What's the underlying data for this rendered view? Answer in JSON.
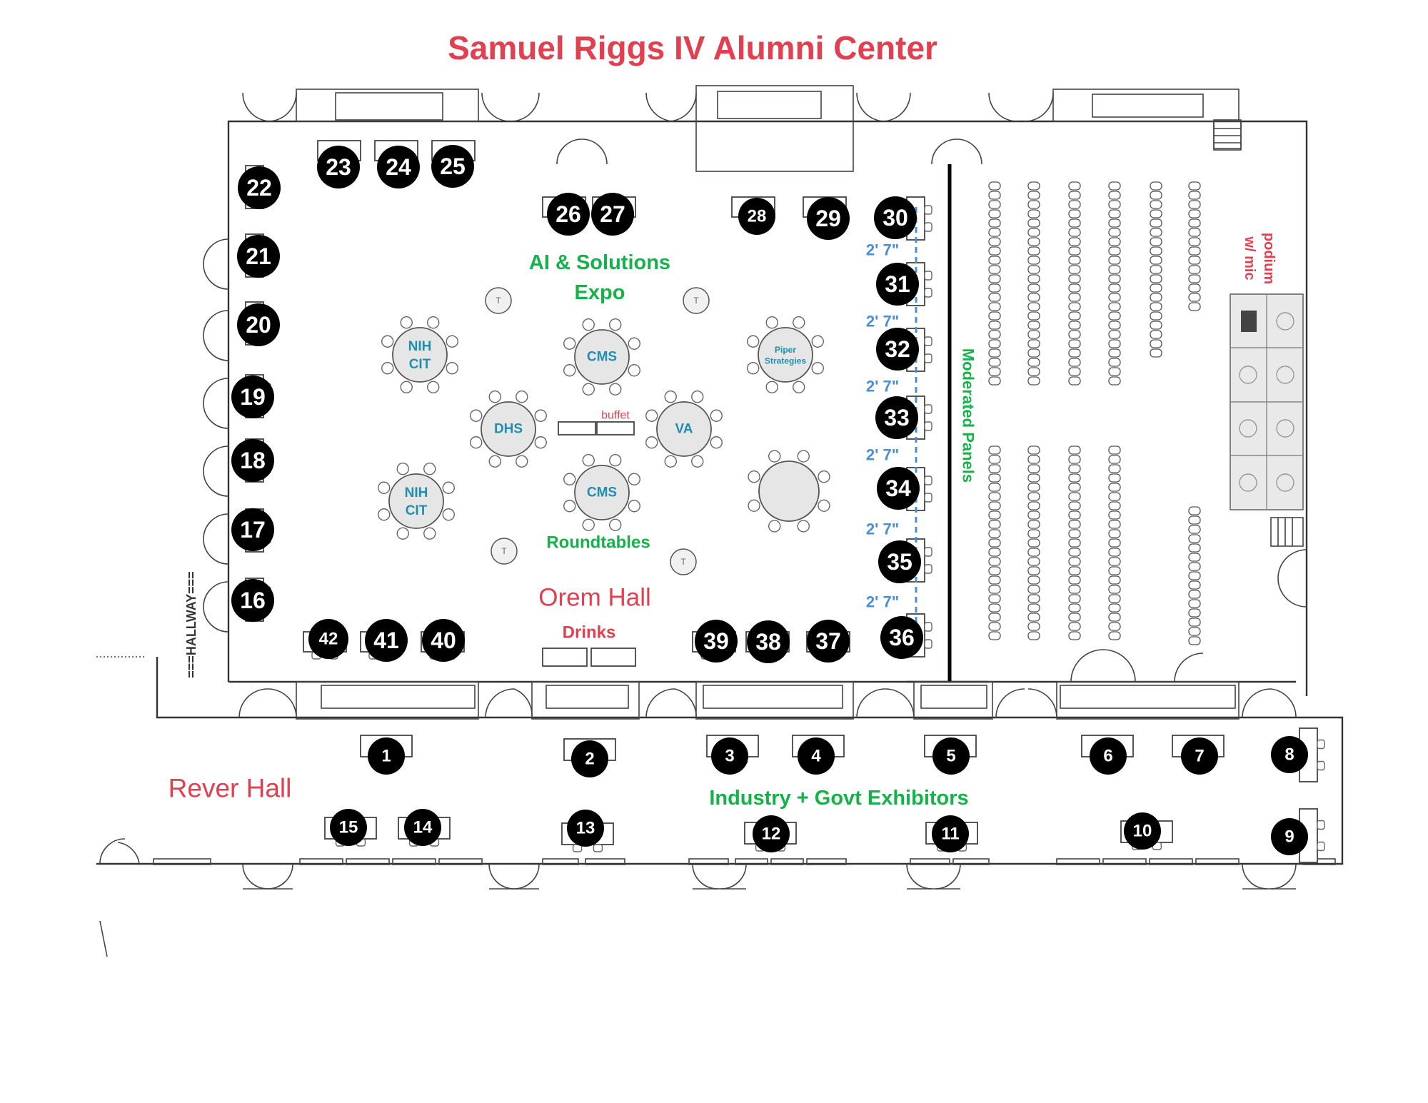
{
  "title": "Samuel Riggs IV Alumni Center",
  "areas": {
    "orem_hall": "Orem Hall",
    "rever_hall": "Rever Hall",
    "hallway": "===HALLWAY==="
  },
  "zones": {
    "ai_expo_line1": "AI & Solutions",
    "ai_expo_line2": "Expo",
    "roundtables": "Roundtables",
    "drinks": "Drinks",
    "moderated_panels": "Moderated Panels",
    "industry": "Industry + Govt Exhibitors",
    "podium_line1": "podium",
    "podium_line2": "w/ mic",
    "buffet": "buffet"
  },
  "roundtables": [
    {
      "id": "nih1",
      "line1": "NIH",
      "line2": "CIT"
    },
    {
      "id": "cms1",
      "line1": "CMS",
      "line2": ""
    },
    {
      "id": "piper",
      "line1": "Piper",
      "line2": "Strategies"
    },
    {
      "id": "dhs",
      "line1": "DHS",
      "line2": ""
    },
    {
      "id": "va",
      "line1": "VA",
      "line2": ""
    },
    {
      "id": "nih2",
      "line1": "NIH",
      "line2": "CIT"
    },
    {
      "id": "cms2",
      "line1": "CMS",
      "line2": ""
    },
    {
      "id": "blank",
      "line1": "",
      "line2": ""
    }
  ],
  "spacing_label": "2' 7\"",
  "booths": [
    "1",
    "2",
    "3",
    "4",
    "5",
    "6",
    "7",
    "8",
    "9",
    "10",
    "11",
    "12",
    "13",
    "14",
    "15",
    "16",
    "17",
    "18",
    "19",
    "20",
    "21",
    "22",
    "23",
    "24",
    "25",
    "26",
    "27",
    "28",
    "29",
    "30",
    "31",
    "32",
    "33",
    "34",
    "35",
    "36",
    "37",
    "38",
    "39",
    "40",
    "41",
    "42"
  ],
  "colors": {
    "title_red": "#e0404f",
    "zone_green": "#15b24a",
    "roundtable_blue": "#1f8fb0",
    "dimension_blue": "#4a8fd6",
    "badge_black": "#000000"
  }
}
